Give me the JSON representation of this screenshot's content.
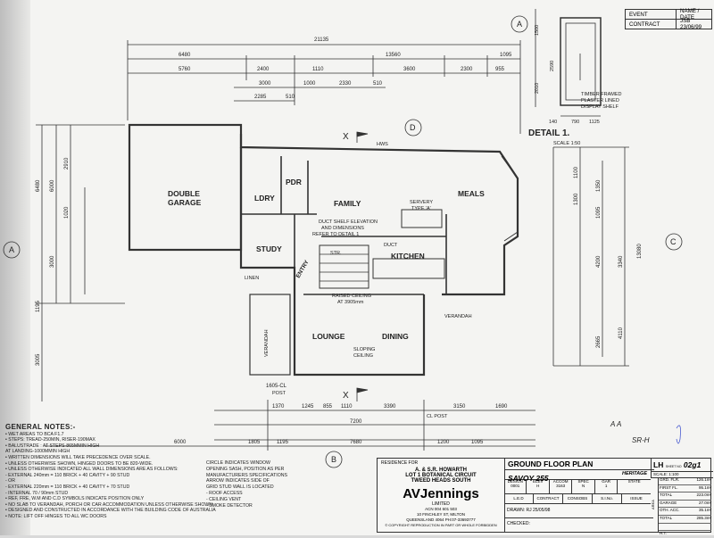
{
  "plan": {
    "title": "GROUND FLOOR PLAN",
    "sheet_prefix": "LH",
    "sheet_no_label": "SHEET NO",
    "sheet_no": "02g1",
    "scale_label": "SCALE:",
    "scale": "1:100",
    "model": "SAVOY 255",
    "facade": "HERITAGE",
    "columns": [
      "DESIGN",
      "ELEV",
      "ACCOM",
      "SPEC",
      "GAR",
      "STATE"
    ],
    "values": [
      "0001",
      "H",
      "3163",
      "N",
      "1",
      ""
    ],
    "row2": [
      "L.E.D",
      "CONTRACT",
      "CONSOBS",
      "S.I.No.",
      "ISSUE"
    ],
    "drawn_label": "DRAWN:",
    "drawn": "RJ 25/05/98",
    "checked_label": "CHECKED:",
    "areas": [
      {
        "label": "GRD. FLR.",
        "value": "126.1m²"
      },
      {
        "label": "FIRST FL.",
        "value": "95.1m²"
      },
      {
        "label": "TOTAL",
        "value": "223.0m²"
      },
      {
        "label": "GARAGE",
        "value": "27.0m²"
      },
      {
        "label": "OTH. ACC.",
        "value": "35.1m²"
      },
      {
        "label": "TOTAL",
        "value": "285.3m²"
      },
      {
        "label": "",
        "value": ""
      },
      {
        "label": "H.T.",
        "value": ""
      }
    ],
    "area_header": "AREA"
  },
  "client": {
    "residence_for": "RESIDENCE FOR",
    "name": "A. & S.R. HOWARTH",
    "lot": "LOT 1 BOTANICAL CIRCUIT",
    "suburb": "TWEED HEADS SOUTH",
    "company": "AVJennings",
    "company_sub": "LIMITED",
    "acn": "ACN 004 601 503",
    "address1": "10 FINCHLEY ST, MILTON",
    "address2": "QUEENSLAND 4064 PH:07-33693777",
    "copyright": "© COPYRIGHT REPRODUCTION IN PART OR WHOLE FORBIDDEN"
  },
  "events": {
    "h1": "EVENT",
    "h2": "NAME / DATE",
    "r1": "CONTRACT",
    "r1v": "JSB 23/06/99"
  },
  "detail": {
    "title": "DETAIL 1.",
    "scale": "SCALE 1:50",
    "note1": "TIMBER FRAMED",
    "note2": "PLASTER LINED",
    "note3": "DISPLAY SHELF",
    "dims": [
      "140",
      "790",
      "1125"
    ],
    "vdims": [
      "1500",
      "2590",
      "2010"
    ]
  },
  "notes": {
    "heading": "GENERAL NOTES:-",
    "lines": [
      "• WET AREAS TO BCA F1.7",
      "• STEPS: TREAD-250MIN, RISER-190MAX",
      "• BALUSTRADE : AT STEPS-865MMIN HIGH",
      "                AT LANDING-1000MMIN HIGH",
      "• WRITTEN DIMENSIONS WILL TAKE PRECEDENCE OVER SCALE.",
      "• UNLESS OTHERWISE SHOWN, HINGED DOORS TO BE 820-WIDE.",
      "• UNLESS OTHERWISE INDICATED ALL WALL DIMENSIONS ARE AS FOLLOWS:",
      "  - EXTERNAL 240mm = 110 BRICK + 40 CAVITY + 90 STUD",
      "  - OR",
      "  - EXTERNAL 220mm = 110 BRICK + 40 CAVITY + 70 STUD",
      "  - INTERNAL 70 / 90mm STUD",
      "• REF, FRE, W.M AND C.D SYMBOLS INDICATE POSITION ONLY",
      "• NO SLAB TO VERANDAH, PORCH OR CAR ACCOMMODATION UNLESS OTHERWISE SHOWN",
      "• DESIGNED AND CONSTRUCTED IN ACCORDANCE WITH THE BUILDING CODE OF AUSTRALIA",
      "• NOTE: LIFT OFF HINGES TO ALL WC DOORS"
    ]
  },
  "legend": {
    "lines": [
      "CIRCLE INDICATES WINDOW",
      "OPENING SASH, POSITION AS PER",
      "MANUFACTURERS SPECIFICATIONS",
      "ARROW INDICATES SIDE OF",
      "GRID STUD WALL IS LOCATED",
      "- ROOF ACCESS",
      "- CEILING VENT",
      "- SMOKE DETECTOR"
    ]
  },
  "rooms": {
    "garage1": "DOUBLE",
    "garage2": "GARAGE",
    "ldry": "LDRY",
    "pdr": "PDR",
    "family": "FAMILY",
    "meals": "MEALS",
    "study": "STUDY",
    "kitchen": "KITCHEN",
    "entry": "ENTRY",
    "lounge": "LOUNGE",
    "dining": "DINING",
    "verandah_r": "VERANDAH",
    "verandah_l": "VERANDAH",
    "linen": "LINEN",
    "servery1": "SERVERY",
    "servery2": "TYPE 'A'",
    "str": "STR.",
    "duct1": "DUCT SHELF ELEVATION",
    "duct2": "AND DIMENSIONS",
    "duct3": "REFER TO DETAIL 1",
    "duct": "DUCT",
    "sloping1": "SLOPING",
    "sloping2": "CEILING",
    "raised1": "RAISED CEILING",
    "raised2": "AT 3905mm",
    "post": "POST",
    "cl_post": "CL POST",
    "hws": "HWS",
    "grid_a": "A",
    "grid_b": "B",
    "grid_c": "C",
    "grid_d": "D",
    "x": "X"
  },
  "dims": {
    "top_total": "21135",
    "top_row1": [
      "6480",
      "13560",
      "1095"
    ],
    "top_row2": [
      "5760",
      "2400",
      "1110",
      "3600",
      "2300",
      "955"
    ],
    "top_row3": [
      "3000",
      "1000",
      "2330",
      "510"
    ],
    "top_row4": [
      "2285",
      "510"
    ],
    "bot_row1": [
      "1605-CL",
      "POST"
    ],
    "bot_row2": [
      "1370",
      "1245",
      "855",
      "1110",
      "3390",
      "3150",
      "1690"
    ],
    "bot_row3": [
      "7200"
    ],
    "bot_row4": [
      "6000",
      "1805",
      "1195",
      "7680",
      "1200",
      "1095"
    ],
    "right_col": [
      "1100",
      "1300",
      "1350",
      "1095",
      "3340",
      "4110",
      "4200",
      "2665",
      "13080"
    ],
    "left_col": [
      "6480",
      "6000",
      "2910",
      "1020",
      "3000",
      "1195",
      "3005"
    ]
  },
  "annotation": {
    "marks": "A    A",
    "initials": "SR-H"
  }
}
